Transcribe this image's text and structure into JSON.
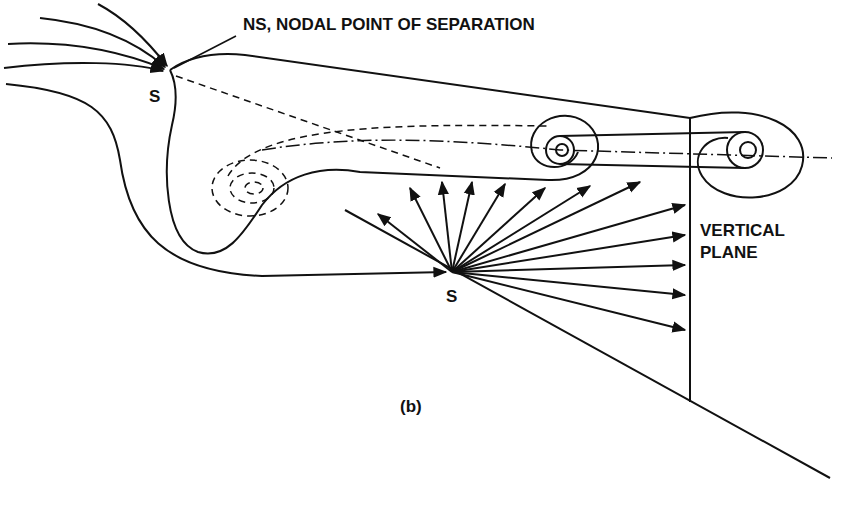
{
  "diagram": {
    "caption": "(b)",
    "labels": [
      "NS, NODAL POINT OF SEPARATION",
      "S",
      "S",
      "VERTICAL PLANE"
    ]
  }
}
